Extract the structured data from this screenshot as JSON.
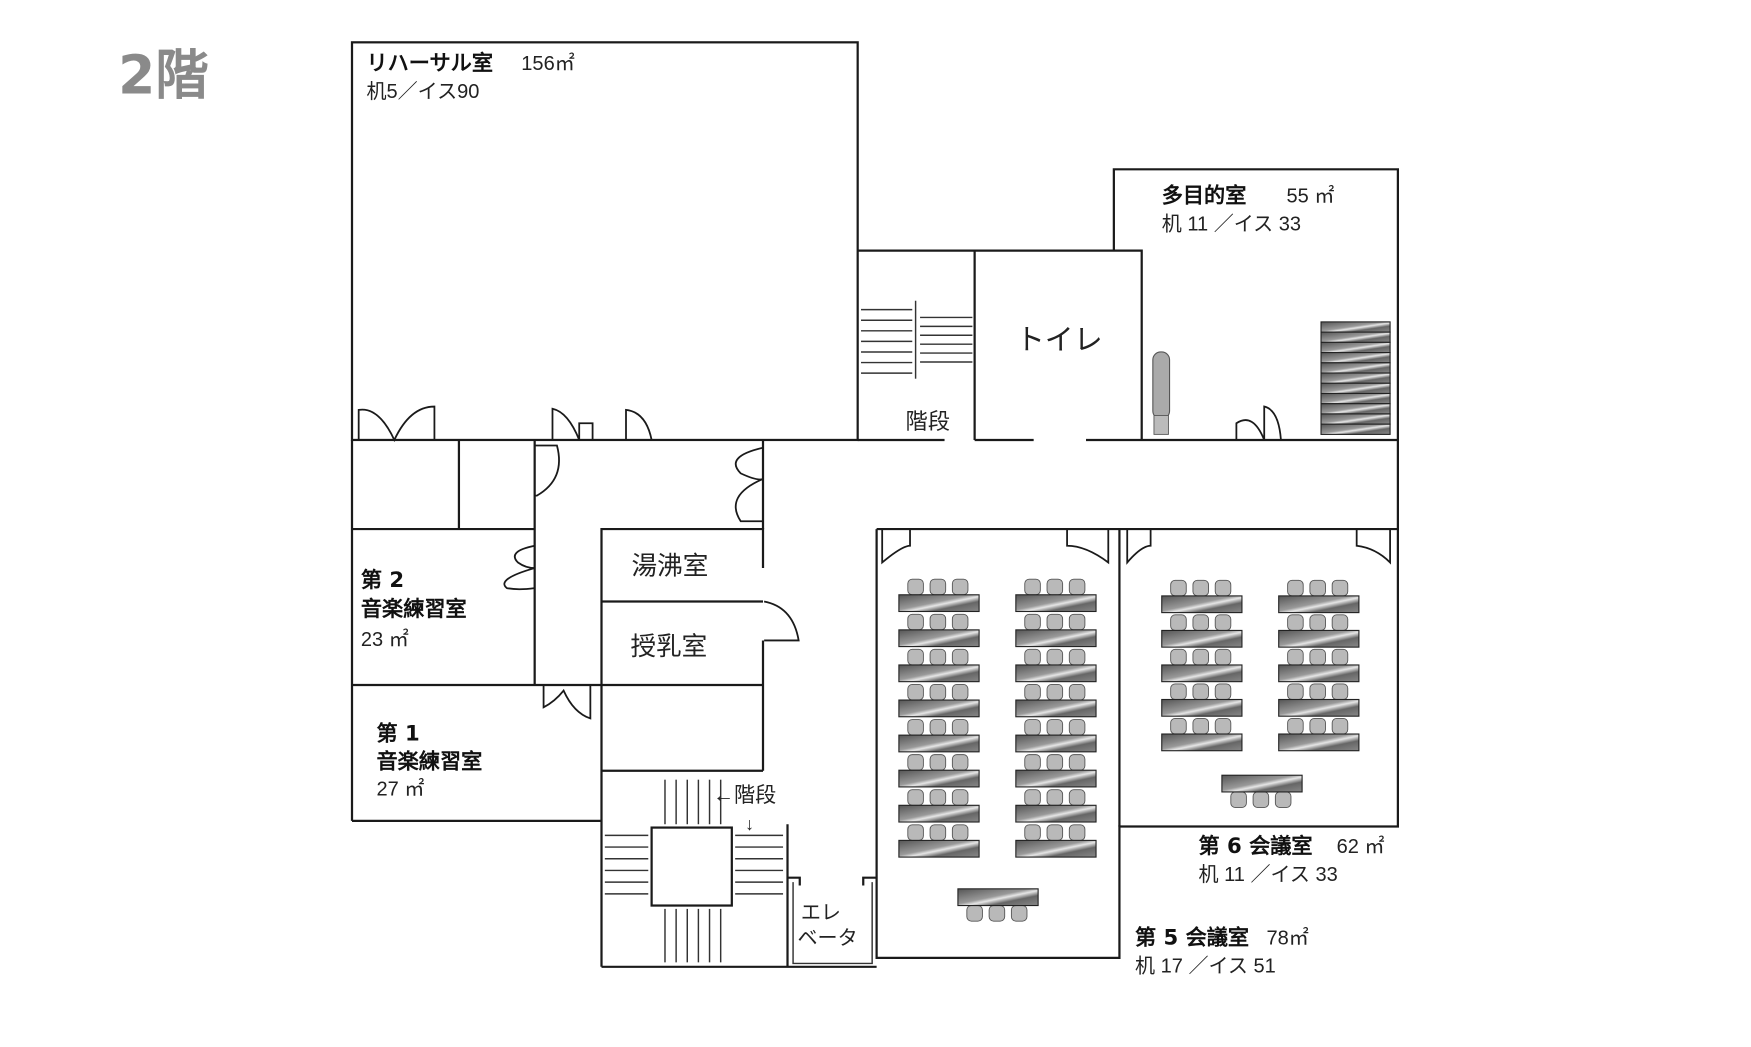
{
  "floor_title": "2階",
  "rooms": {
    "rehearsal": {
      "name": "リハーサル室",
      "area": "156㎡",
      "furniture": "机5／イス90"
    },
    "multipurpose": {
      "name": "多目的室",
      "area": "55 ㎡",
      "furniture": "机 11 ／イス 33"
    },
    "toilet": {
      "name": "トイレ"
    },
    "stairs_upper": {
      "name": "階段"
    },
    "practice2": {
      "name_line1": "第 2",
      "name_line2": "音楽練習室",
      "area": "23 ㎡"
    },
    "practice1": {
      "name_line1": "第 1",
      "name_line2": "音楽練習室",
      "area": "27 ㎡"
    },
    "kitchen": {
      "name": "湯沸室"
    },
    "nursing": {
      "name": "授乳室"
    },
    "stairs_lower": {
      "name": "←階段",
      "arrow": "↓"
    },
    "elevator": {
      "line1": "エレ",
      "line2": "ベータ"
    },
    "meeting6": {
      "name": "第 6 会議室",
      "area": "62 ㎡",
      "furniture": "机 11 ／イス 33",
      "desk_rows": 5,
      "desk_cols": 2
    },
    "meeting5": {
      "name": "第 5 会議室",
      "area": "78㎡",
      "furniture": "机 17 ／イス 51",
      "desk_rows": 8,
      "desk_cols": 2
    }
  },
  "multipurpose_stacked_desks": 11,
  "colors": {
    "floor_title": "#8a8a8a",
    "wall": "#1a1a1a",
    "chair": "#b9b9b9"
  }
}
